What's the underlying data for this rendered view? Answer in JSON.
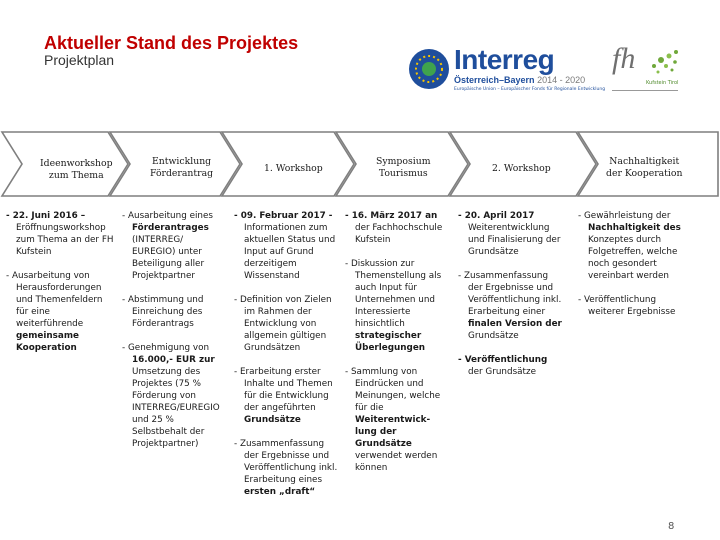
{
  "page": {
    "title": "Aktueller Stand des Projektes",
    "subtitle": "Projektplan",
    "page_number": "8"
  },
  "logos": {
    "interreg_word": "Interreg",
    "interreg_region": "Österreich–Bayern",
    "interreg_years": "2014 - 2020",
    "interreg_fund": "Europäische Union – Europäischer Fonds für Regionale Entwicklung",
    "fh_word": "fh",
    "fh_sub": "Kufstein Tirol"
  },
  "phases": [
    {
      "label": [
        "Ideenworkshop",
        "zum Thema"
      ]
    },
    {
      "label": [
        "Entwicklung",
        "Förderantrag"
      ]
    },
    {
      "label": [
        "1. Workshop"
      ]
    },
    {
      "label": [
        "Symposium",
        "Tourismus"
      ]
    },
    {
      "label": [
        "2. Workshop"
      ]
    },
    {
      "label": [
        "Nachhaltigkeit",
        "der Kooperation"
      ]
    }
  ],
  "columns": [
    {
      "items": [
        {
          "lines": [
            "- 22. Juni 2016 –",
            "Eröffnungsworkshop",
            "zum Thema an der FH",
            "Kufstein"
          ]
        },
        {
          "lines": [
            "- Ausarbeitung von",
            "Herausforderungen",
            "und Themenfeldern",
            "für eine",
            "weiterführende",
            "gemeinsame",
            "Kooperation"
          ]
        }
      ]
    },
    {
      "items": [
        {
          "lines": [
            "- Ausarbeitung eines",
            "Förderantrages",
            "(INTERREG/",
            "EUREGIO) unter",
            "Beteiligung aller",
            "Projektpartner"
          ]
        },
        {
          "lines": [
            "- Abstimmung und",
            "Einreichung des",
            "Förderantrags"
          ]
        },
        {
          "lines": [
            "- Genehmigung von",
            "16.000,- EUR zur",
            "Umsetzung des",
            "Projektes (75 %",
            "Förderung von",
            "INTERREG/EUREGIO",
            "und 25 %",
            "Selbstbehalt der",
            "Projektpartner)"
          ]
        }
      ]
    },
    {
      "items": [
        {
          "lines": [
            "- 09. Februar 2017 -",
            "Informationen zum",
            "aktuellen Status und",
            "Input auf Grund",
            "derzeitigem",
            "Wissenstand"
          ]
        },
        {
          "lines": [
            "- Definition von Zielen",
            "im Rahmen der",
            "Entwicklung von",
            "allgemein gültigen",
            "Grundsätzen"
          ]
        },
        {
          "lines": [
            "- Erarbeitung erster",
            "Inhalte und Themen",
            "für die Entwicklung",
            "der angeführten",
            "Grundsätze"
          ]
        },
        {
          "lines": [
            "- Zusammenfassung",
            "der Ergebnisse und",
            "Veröffentlichung inkl.",
            "Erarbeitung eines",
            "ersten „draft“"
          ]
        }
      ]
    },
    {
      "items": [
        {
          "lines": [
            "- 16. März 2017 an",
            "der Fachhochschule",
            "Kufstein"
          ]
        },
        {
          "lines": [
            "- Diskussion zur",
            "Themenstellung als",
            "auch Input für",
            "Unternehmen und",
            "Interessierte",
            "hinsichtlich",
            "strategischer",
            "Überlegungen"
          ]
        },
        {
          "lines": [
            "- Sammlung von",
            "Eindrücken und",
            "Meinungen, welche",
            "für die",
            "Weiterentwick-",
            "lung der",
            "Grundsätze",
            "verwendet werden",
            "können"
          ]
        }
      ]
    },
    {
      "items": [
        {
          "lines": [
            "- 20. April 2017",
            "Weiterentwicklung",
            "und Finalisierung der",
            "Grundsätze"
          ]
        },
        {
          "lines": [
            "- Zusammenfassung",
            "der Ergebnisse und",
            "Veröffentlichung inkl.",
            "Erarbeitung einer",
            "finalen Version der",
            "Grundsätze"
          ]
        },
        {
          "lines": [
            "- Veröffentlichung",
            "der Grundsätze"
          ]
        }
      ]
    },
    {
      "items": [
        {
          "lines": [
            "- Gewährleistung der",
            "Nachhaltigkeit des",
            "Konzeptes durch",
            "Folgetreffen, welche",
            "noch gesondert",
            "vereinbart werden"
          ]
        },
        {
          "lines": [
            "- Veröffentlichung",
            "weiterer Ergebnisse"
          ]
        }
      ]
    }
  ],
  "colors": {
    "title": "#c00000",
    "arrow_fill": "#ffffff",
    "arrow_stroke": "#7f7f7f",
    "interreg_blue": "#1f4e9c",
    "flag_yellow": "#f5c400"
  }
}
